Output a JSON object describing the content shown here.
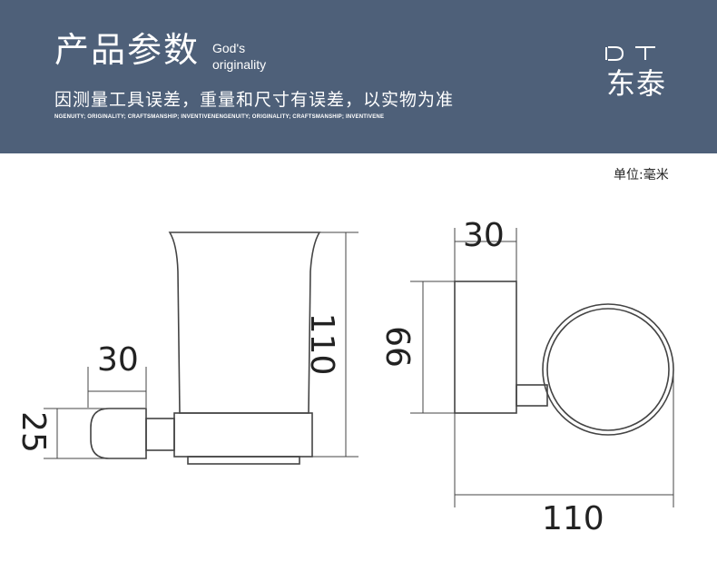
{
  "header": {
    "title": "产品参数",
    "slogan_line1": "God's",
    "slogan_line2": "originality",
    "subtitle": "因测量工具误差，重量和尺寸有误差，以实物为准",
    "fine_print": "NGENUITY; ORIGINALITY; CRAFTSMANSHIP; INVENTIVENENGENUITY; ORIGINALITY; CRAFTSMANSHIP; INVENTIVENE",
    "brand_name": "东泰",
    "background_color": "#4e6079"
  },
  "unit_label": "单位:毫米",
  "drawing": {
    "front_view": {
      "bracket_depth": "30",
      "bracket_height": "25",
      "cup_height": "110"
    },
    "side_view": {
      "bracket_depth": "30",
      "plate_height": "66",
      "total_length": "110"
    },
    "line_color": "#444444",
    "text_color": "#222222"
  }
}
